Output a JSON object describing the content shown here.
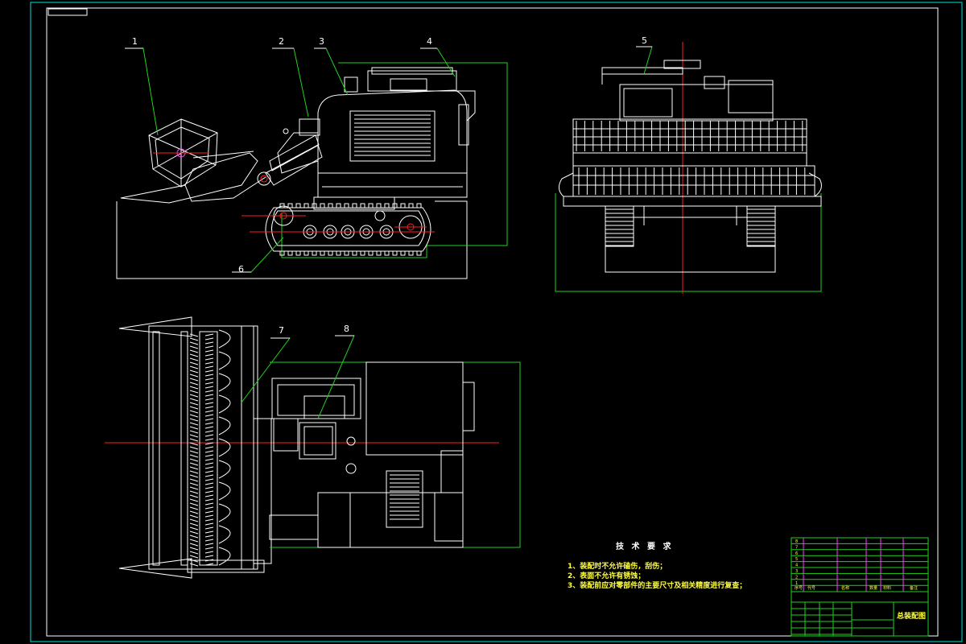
{
  "part_numbers": [
    "1",
    "2",
    "3",
    "4",
    "5",
    "6",
    "7",
    "8"
  ],
  "tech_requirements": {
    "title": "技 术 要 求",
    "items": [
      "1、装配时不允许磕伤，刮伤；",
      "2、表面不允许有锈蚀；",
      "3、装配前应对零部件的主要尺寸及相关精度进行复查；"
    ]
  },
  "title_block": {
    "drawing_name": "总装配图",
    "bom_headers": [
      "序号",
      "代号",
      "名称",
      "数量",
      "材料",
      "备注"
    ],
    "bom_rows": [
      "8",
      "7",
      "6",
      "5",
      "4",
      "3",
      "2",
      "1"
    ]
  },
  "colors": {
    "background": "#000000",
    "outline": "#ffffff",
    "leader": "#1fd21f",
    "frame": "#00e0e0",
    "centerline": "#ff2020",
    "table_text": "#ffff40"
  }
}
